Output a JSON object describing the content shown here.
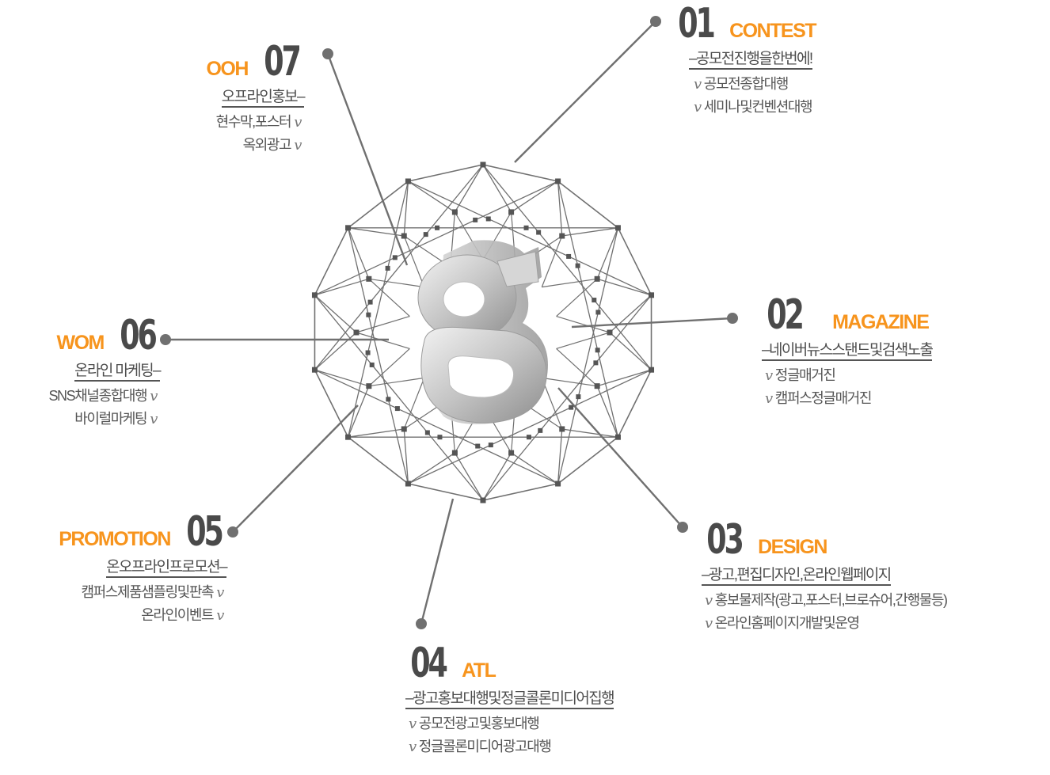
{
  "colors": {
    "accent": "#f7941d",
    "number": "#4a4a4a",
    "line": "#707070",
    "node": "#555555",
    "text": "#555555"
  },
  "center_logo": {
    "text": "g"
  },
  "bullet_mark": "v",
  "sections": [
    {
      "id": "s01",
      "number": "01",
      "label": "CONTEST",
      "subtitle": "–공모전진행을한번에!",
      "items": [
        "공모전종합대행",
        "세미나및컨벤션대행"
      ]
    },
    {
      "id": "s02",
      "number": "02",
      "label": "MAGAZINE",
      "subtitle": "–네이버뉴스스탠드및검색노출",
      "items": [
        "정글매거진",
        "캠퍼스정글매거진"
      ]
    },
    {
      "id": "s03",
      "number": "03",
      "label": "DESIGN",
      "subtitle": "–광고,편집디자인,온라인웹페이지",
      "items": [
        "홍보물제작(광고,포스터,브로슈어,간행물등)",
        "온라인홈페이지개발및운영"
      ]
    },
    {
      "id": "s04",
      "number": "04",
      "label": "ATL",
      "subtitle": "–광고홍보대행및정글콜론미디어집행",
      "items": [
        "공모전광고및홍보대행",
        "정글콜론미디어광고대행"
      ]
    },
    {
      "id": "s05",
      "number": "05",
      "label": "PROMOTION",
      "subtitle": "온오프라인프로모션–",
      "items": [
        "캠퍼스제품샘플링및판촉",
        "온라인이벤트"
      ]
    },
    {
      "id": "s06",
      "number": "06",
      "label": "WOM",
      "subtitle": "온라인 마케팅–",
      "items": [
        "SNS채널종합대행",
        "바이럴마케팅"
      ]
    },
    {
      "id": "s07",
      "number": "07",
      "label": "OOH",
      "subtitle": "오프라인홍보–",
      "items": [
        "현수막,포스터",
        "옥외광고"
      ]
    }
  ]
}
